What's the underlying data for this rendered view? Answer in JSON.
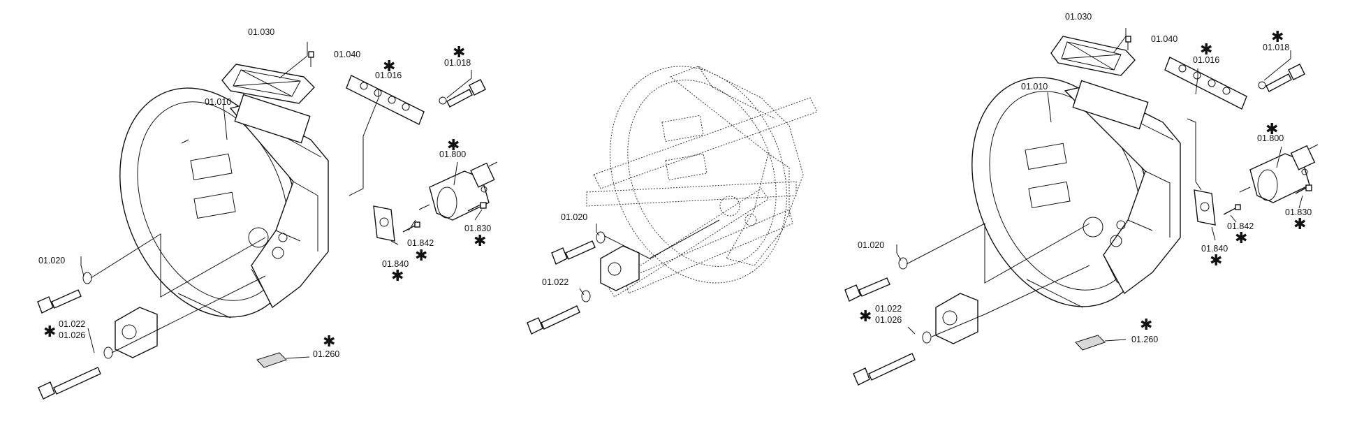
{
  "labels": {
    "p01_030": "01.030",
    "p01_040": "01.040",
    "p01_016": "01.016",
    "p01_018": "01.018",
    "p01_010": "01.010",
    "p01_800": "01.800",
    "p01_842": "01.842",
    "p01_830": "01.830",
    "p01_840": "01.840",
    "p01_020": "01.020",
    "p01_022": "01.022",
    "p01_026": "01.026",
    "p01_260": "01.260"
  },
  "marks": {
    "asterisk": "✱"
  }
}
